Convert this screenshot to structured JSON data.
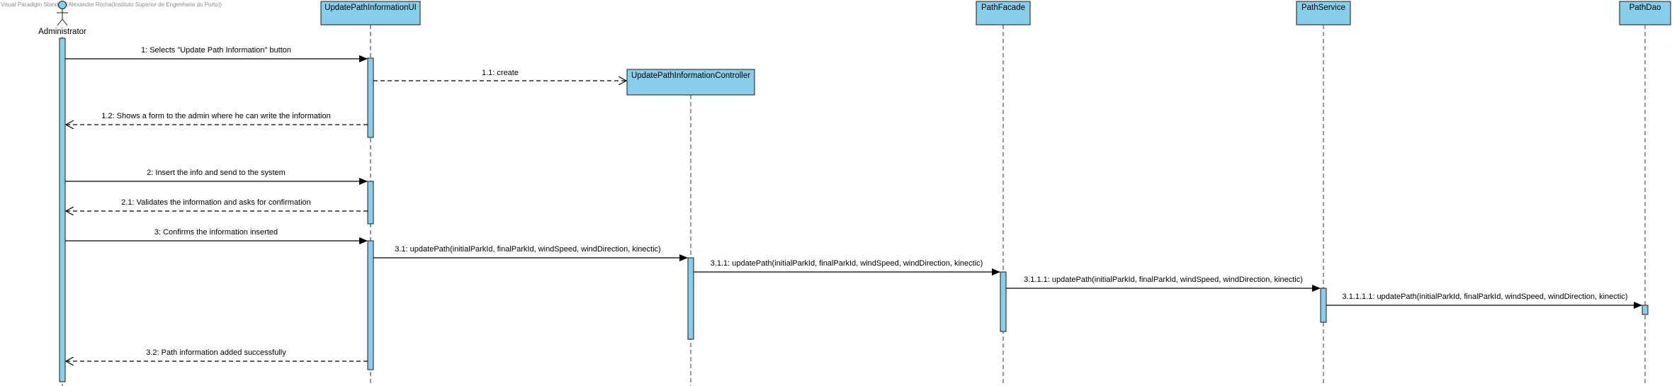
{
  "watermark": "Visual Paradigm Standard(Alexandre Rocha(Instituto Superior de Engenharia do Porto))",
  "actor": {
    "name": "Administrator"
  },
  "lifelines": [
    {
      "id": "ui",
      "name": "UpdatePathInformationUI"
    },
    {
      "id": "controller",
      "name": "UpdatePathInformationController"
    },
    {
      "id": "facade",
      "name": "PathFacade"
    },
    {
      "id": "service",
      "name": "PathService"
    },
    {
      "id": "dao",
      "name": "PathDao"
    }
  ],
  "messages": [
    {
      "id": "m1",
      "label": "1: Selects \"Update Path Information\" button",
      "from": "actor",
      "to": "ui",
      "kind": "sync"
    },
    {
      "id": "m1_1",
      "label": "1.1: create",
      "from": "ui",
      "to": "controller",
      "kind": "create"
    },
    {
      "id": "m1_2",
      "label": "1.2: Shows a form to the admin where he can write the information",
      "from": "ui",
      "to": "actor",
      "kind": "return"
    },
    {
      "id": "m2",
      "label": "2: Insert the info and send to the system",
      "from": "actor",
      "to": "ui",
      "kind": "sync"
    },
    {
      "id": "m2_1",
      "label": "2.1: Validates the information and asks for confirmation",
      "from": "ui",
      "to": "actor",
      "kind": "return"
    },
    {
      "id": "m3",
      "label": "3: Confirms the information inserted",
      "from": "actor",
      "to": "ui",
      "kind": "sync"
    },
    {
      "id": "m3_1",
      "label": "3.1: updatePath(initialParkId, finalParkId, windSpeed, windDirection, kinectic)",
      "from": "ui",
      "to": "controller",
      "kind": "sync"
    },
    {
      "id": "m3_1_1",
      "label": "3.1.1: updatePath(initialParkId, finalParkId, windSpeed, windDirection, kinectic)",
      "from": "controller",
      "to": "facade",
      "kind": "sync"
    },
    {
      "id": "m3_1_1_1",
      "label": "3.1.1.1: updatePath(initialParkId, finalParkId, windSpeed, windDirection, kinectic)",
      "from": "facade",
      "to": "service",
      "kind": "sync"
    },
    {
      "id": "m3_1_1_1_1",
      "label": "3.1.1.1.1: updatePath(initialParkId, finalParkId, windSpeed, windDirection, kinectic)",
      "from": "service",
      "to": "dao",
      "kind": "sync"
    },
    {
      "id": "m3_2",
      "label": "3.2: Path information added successfully",
      "from": "ui",
      "to": "actor",
      "kind": "return"
    }
  ]
}
